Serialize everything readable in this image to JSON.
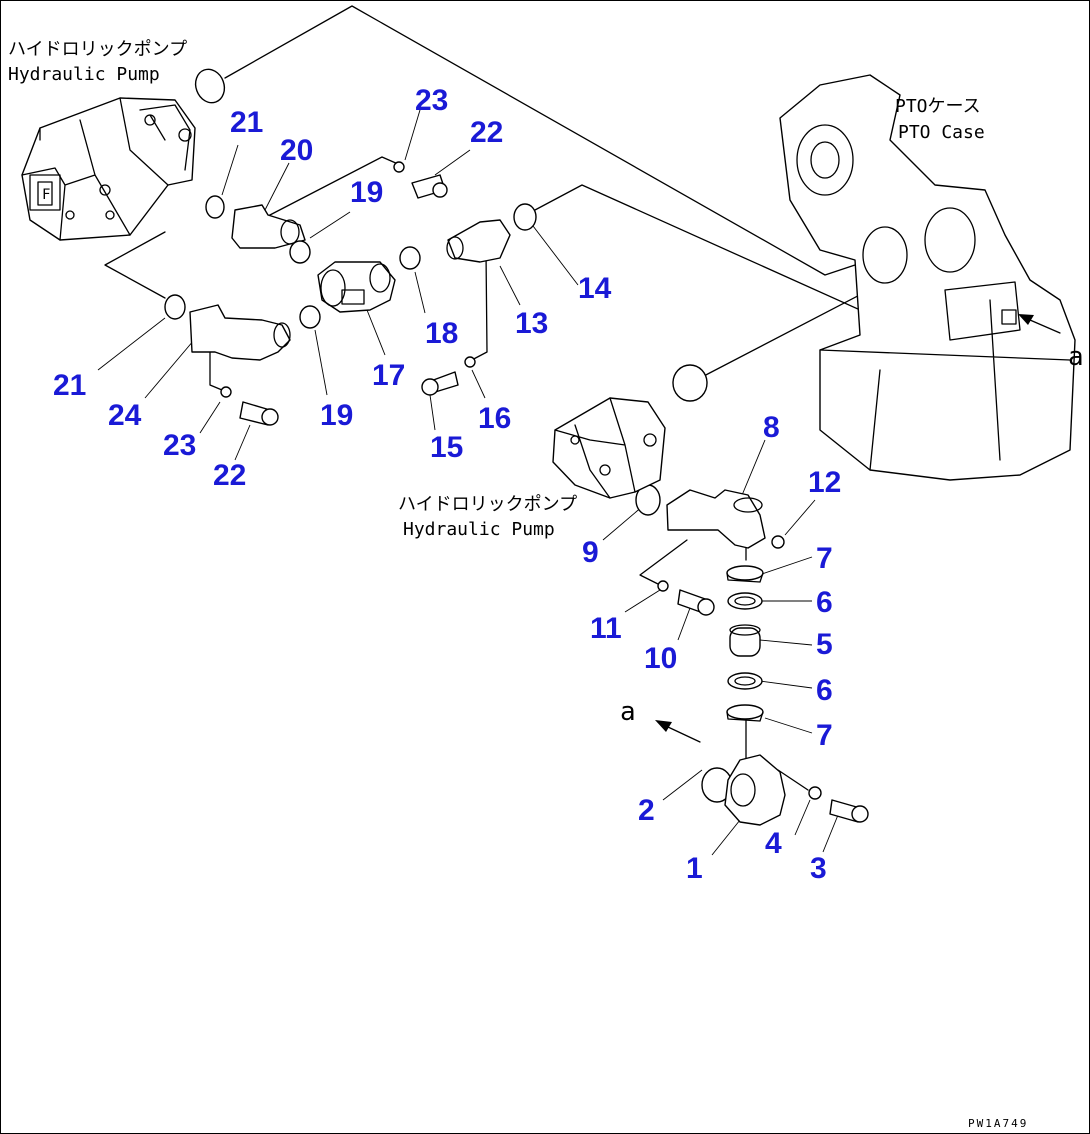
{
  "captions": {
    "pump_top_jp": "ハイドロリックポンプ",
    "pump_top_en": "Hydraulic Pump",
    "pto_jp": "PTOケース",
    "pto_en": "PTO Case",
    "pump_mid_jp": "ハイドロリックポンプ",
    "pump_mid_en": "Hydraulic Pump",
    "view_mark_1": "a",
    "view_mark_2": "a"
  },
  "drawing_code": "PW1A749",
  "callouts": [
    {
      "id": "c21a",
      "text": "21"
    },
    {
      "id": "c20",
      "text": "20"
    },
    {
      "id": "c23a",
      "text": "23"
    },
    {
      "id": "c22a",
      "text": "22"
    },
    {
      "id": "c19a",
      "text": "19"
    },
    {
      "id": "c14",
      "text": "14"
    },
    {
      "id": "c18",
      "text": "18"
    },
    {
      "id": "c13",
      "text": "13"
    },
    {
      "id": "c17",
      "text": "17"
    },
    {
      "id": "c21b",
      "text": "21"
    },
    {
      "id": "c24",
      "text": "24"
    },
    {
      "id": "c19b",
      "text": "19"
    },
    {
      "id": "c16",
      "text": "16"
    },
    {
      "id": "c15",
      "text": "15"
    },
    {
      "id": "c23b",
      "text": "23"
    },
    {
      "id": "c22b",
      "text": "22"
    },
    {
      "id": "c8",
      "text": "8"
    },
    {
      "id": "c12",
      "text": "12"
    },
    {
      "id": "c9",
      "text": "9"
    },
    {
      "id": "c7a",
      "text": "7"
    },
    {
      "id": "c6a",
      "text": "6"
    },
    {
      "id": "c11",
      "text": "11"
    },
    {
      "id": "c10",
      "text": "10"
    },
    {
      "id": "c5",
      "text": "5"
    },
    {
      "id": "c6b",
      "text": "6"
    },
    {
      "id": "c7b",
      "text": "7"
    },
    {
      "id": "c2",
      "text": "2"
    },
    {
      "id": "c4",
      "text": "4"
    },
    {
      "id": "c1",
      "text": "1"
    },
    {
      "id": "c3",
      "text": "3"
    }
  ]
}
